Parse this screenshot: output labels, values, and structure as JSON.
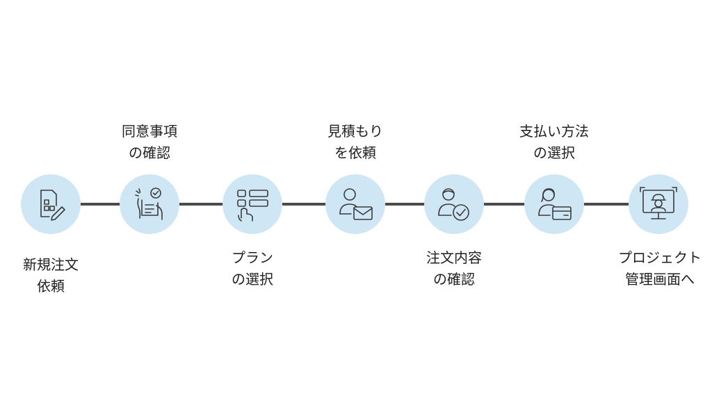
{
  "steps": [
    {
      "id": "new-order",
      "label_lines": [
        "新規注文",
        "依頼"
      ],
      "label_position": "below",
      "icon": "document-edit-icon"
    },
    {
      "id": "agreement",
      "label_lines": [
        "同意事項",
        "の確認"
      ],
      "label_position": "above",
      "icon": "checklist-touch-icon"
    },
    {
      "id": "plan",
      "label_lines": [
        "プラン",
        "の選択"
      ],
      "label_position": "below",
      "icon": "plan-select-touch-icon"
    },
    {
      "id": "estimate",
      "label_lines": [
        "見積もり",
        "を依頼"
      ],
      "label_position": "above",
      "icon": "user-mail-icon"
    },
    {
      "id": "order-review",
      "label_lines": [
        "注文内容",
        "の確認"
      ],
      "label_position": "below",
      "icon": "user-check-icon"
    },
    {
      "id": "payment",
      "label_lines": [
        "支払い方法",
        "の選択"
      ],
      "label_position": "above",
      "icon": "user-card-icon"
    },
    {
      "id": "project",
      "label_lines": [
        "プロジェクト",
        "管理画面へ"
      ],
      "label_position": "below",
      "icon": "monitor-worker-icon"
    }
  ],
  "colors": {
    "circle": "#cfe6f5",
    "line": "#4a4a4a",
    "icon_stroke": "#3a3a3a",
    "text": "#1f1f1f"
  }
}
